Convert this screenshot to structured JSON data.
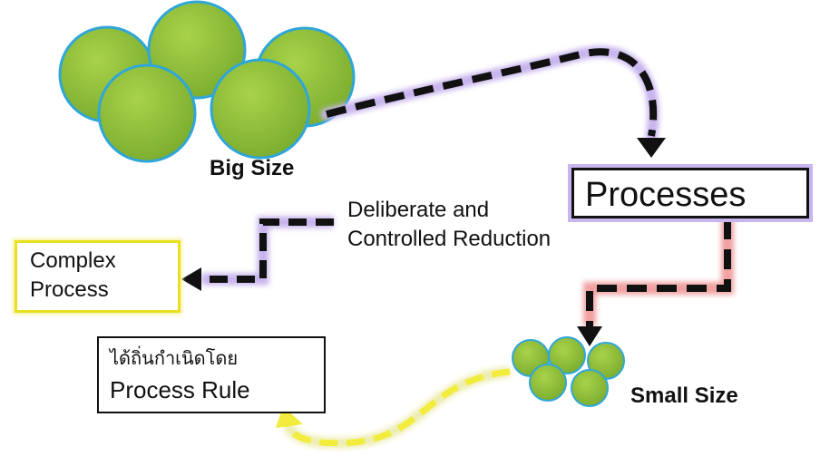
{
  "labels": {
    "big_size": "Big Size",
    "small_size": "Small Size",
    "processes": "Processes",
    "reduction_line1": "Deliberate and",
    "reduction_line2": "Controlled Reduction",
    "complex_line1": "Complex",
    "complex_line2": "Process",
    "rule_line1": "ได้ถิ่นกำเนิดโดย",
    "rule_line2": "Process Rule"
  },
  "colors": {
    "circle_fill": "#8fbf3a",
    "circle_stroke": "#2fa6d8",
    "circle_glow": "#b9a0e0",
    "arrow": "#111111",
    "glow_purple": "#c8b4ee",
    "glow_red": "#f0a0a0",
    "yellow": "#f2ec3c",
    "complex_border": "#e8e020"
  },
  "icons": {
    "big_cluster": "green-circle-cluster-large",
    "small_cluster": "green-circle-cluster-small"
  }
}
